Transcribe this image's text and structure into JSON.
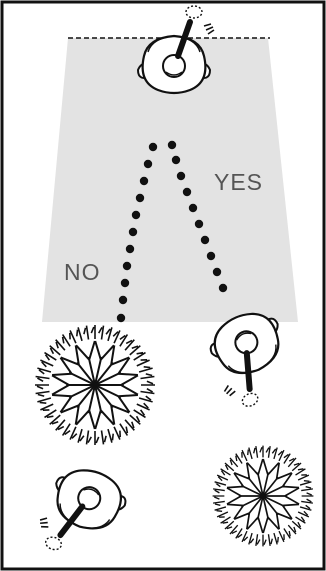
{
  "labels": {
    "no": "NO",
    "yes": "YES"
  },
  "icons": {
    "top_player": "golfer-topdown-icon",
    "right_player": "golfer-topdown-icon",
    "bottom_player": "golfer-topdown-icon",
    "left_tree": "tree-canopy-icon",
    "right_tree": "tree-canopy-icon",
    "path_no": "dotted-path-left",
    "path_yes": "dotted-path-right"
  },
  "colors": {
    "border": "#111111",
    "zone": "#e3e3e3",
    "label": "#555555",
    "ink": "#111111"
  }
}
